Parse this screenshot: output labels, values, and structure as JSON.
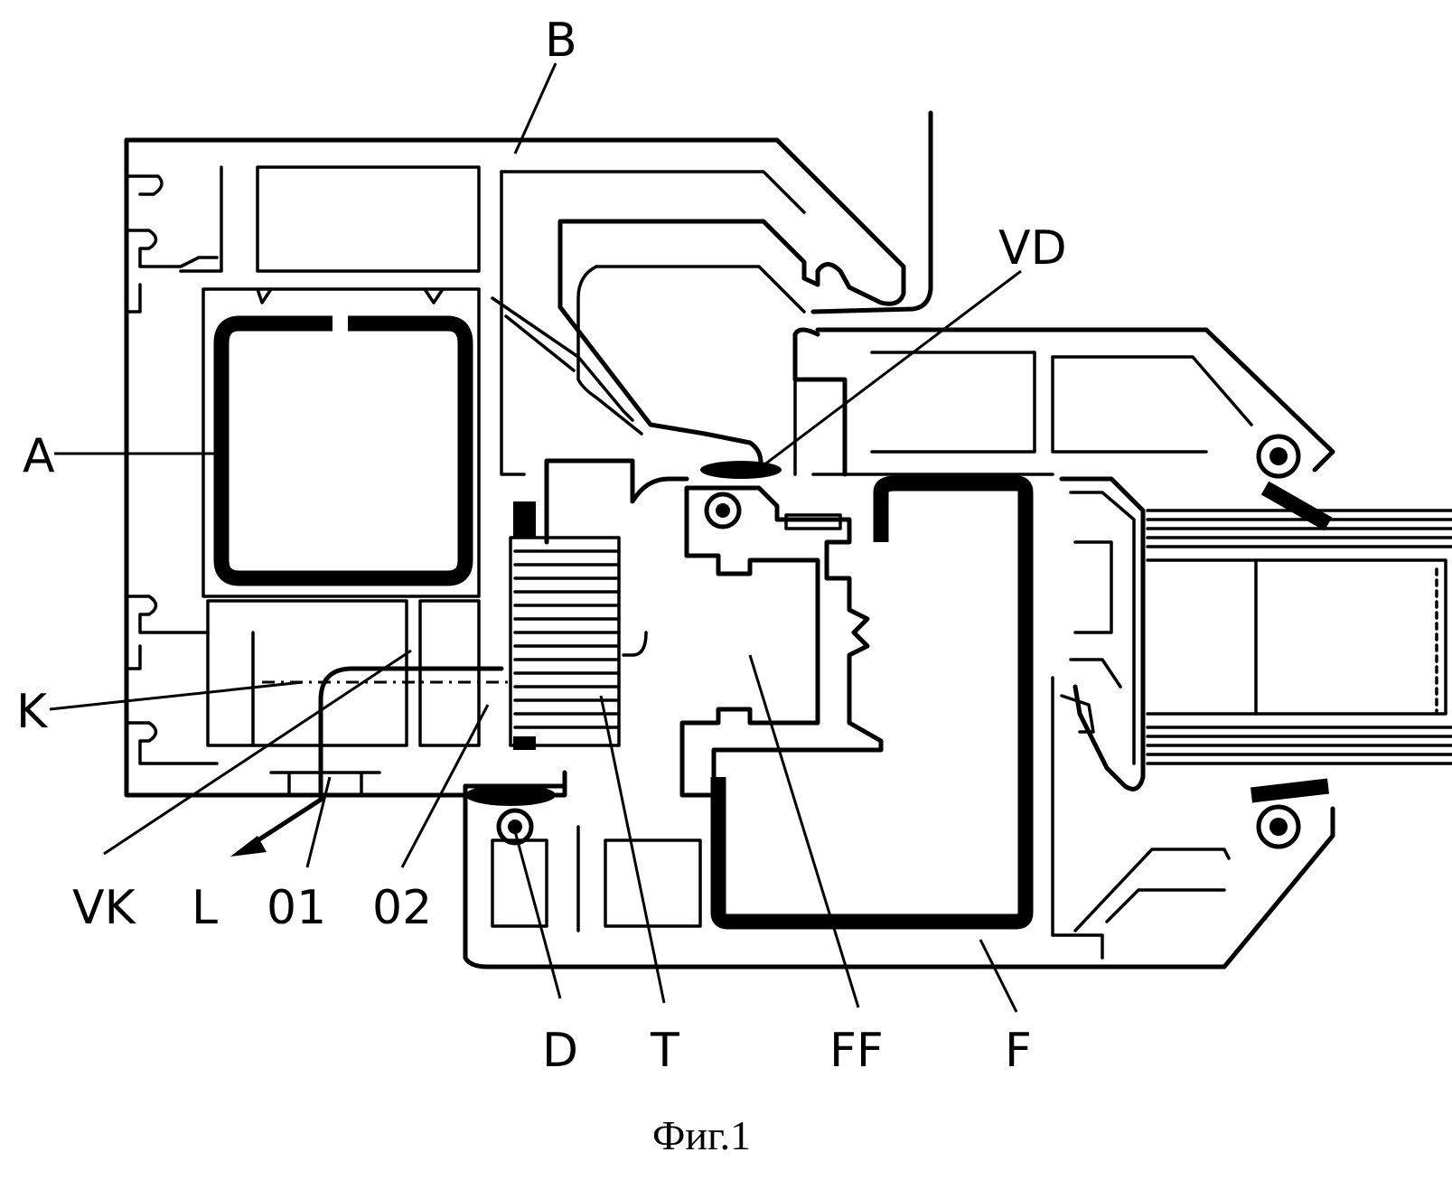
{
  "labels": {
    "B": "B",
    "VD": "VD",
    "A": "A",
    "K": "K",
    "VK": "VK",
    "L": "L",
    "O1": "01",
    "O2": "02",
    "D": "D",
    "T": "T",
    "FF": "FF",
    "F": "F"
  },
  "caption": "Фиг.1"
}
